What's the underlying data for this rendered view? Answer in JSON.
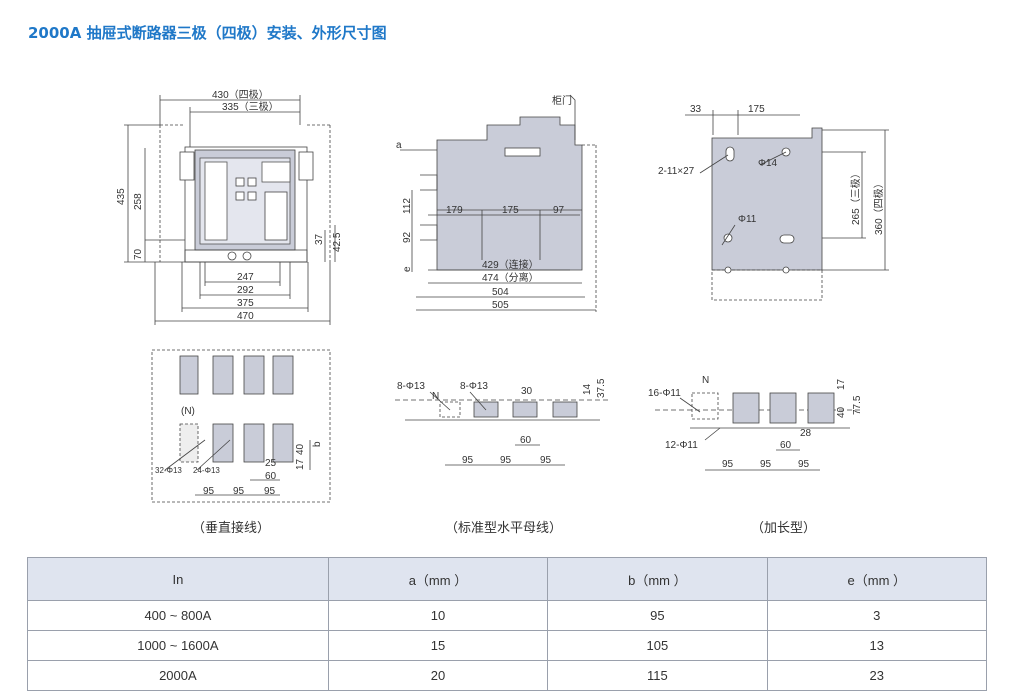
{
  "title": "2000A 抽屉式断路器三极（四极）安装、外形尺寸图",
  "front_view": {
    "dims_top": [
      "430（四极）",
      "335（三极）"
    ],
    "dims_bottom": [
      "247",
      "292",
      "375",
      "470"
    ],
    "dims_left": [
      "435",
      "258",
      "70"
    ],
    "dims_right": [
      "37",
      "42.5"
    ]
  },
  "side_view": {
    "labels": [
      "柜门",
      "a",
      "e"
    ],
    "dims_left": [
      "112",
      "92"
    ],
    "dims_middle": [
      "179",
      "175",
      "97"
    ],
    "dims_bottom": [
      "429（连接）",
      "474（分离）",
      "504",
      "505"
    ]
  },
  "hole_view": {
    "dims_top": [
      "33",
      "175"
    ],
    "labels": [
      "2-11×27",
      "Φ14",
      "Φ11"
    ],
    "dims_right": [
      "265（三极）",
      "360（四极）"
    ]
  },
  "vertical": {
    "caption": "（垂直接线）",
    "labels": [
      "(N)",
      "32-Φ13",
      "24-Φ13"
    ],
    "dims": [
      "25",
      "60",
      "95",
      "95",
      "95",
      "17",
      "40",
      "b"
    ]
  },
  "standard": {
    "caption": "（标准型水平母线）",
    "labels": [
      "8-Φ13",
      "N",
      "8-Φ13"
    ],
    "dims": [
      "30",
      "60",
      "95",
      "95",
      "95",
      "14",
      "37.5"
    ]
  },
  "extended": {
    "caption": "（加长型）",
    "labels": [
      "16-Φ11",
      "N",
      "12-Φ11"
    ],
    "dims": [
      "28",
      "60",
      "95",
      "95",
      "95",
      "17",
      "40",
      "77.5"
    ]
  },
  "table": {
    "headers": [
      "In",
      "a（mm ）",
      "b（mm ）",
      "e（mm ）"
    ],
    "rows": [
      [
        "400 ~ 800A",
        "10",
        "95",
        "3"
      ],
      [
        "1000 ~ 1600A",
        "15",
        "105",
        "13"
      ],
      [
        "2000A",
        "20",
        "115",
        "23"
      ]
    ]
  }
}
